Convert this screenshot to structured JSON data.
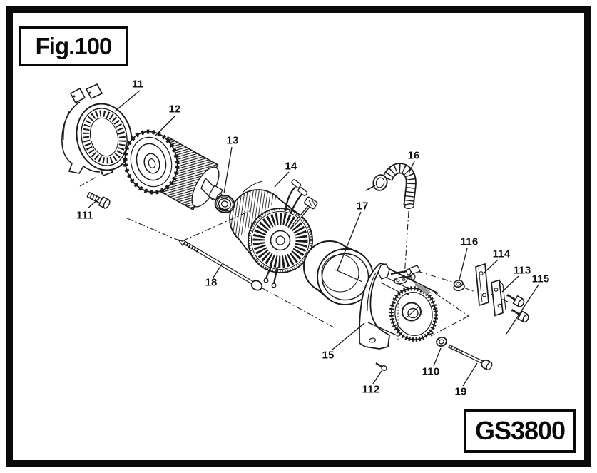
{
  "figure": {
    "title": "Fig.100",
    "model": "GS3800"
  },
  "parts": [
    {
      "number": "11"
    },
    {
      "number": "12"
    },
    {
      "number": "13"
    },
    {
      "number": "14"
    },
    {
      "number": "15"
    },
    {
      "number": "16"
    },
    {
      "number": "17"
    },
    {
      "number": "18"
    },
    {
      "number": "19"
    },
    {
      "number": "110"
    },
    {
      "number": "111"
    },
    {
      "number": "112"
    },
    {
      "number": "113"
    },
    {
      "number": "114"
    },
    {
      "number": "115"
    },
    {
      "number": "116"
    }
  ],
  "colors": {
    "ink": "#1b1b1b",
    "paper": "#ffffff",
    "shade": "#999999"
  }
}
